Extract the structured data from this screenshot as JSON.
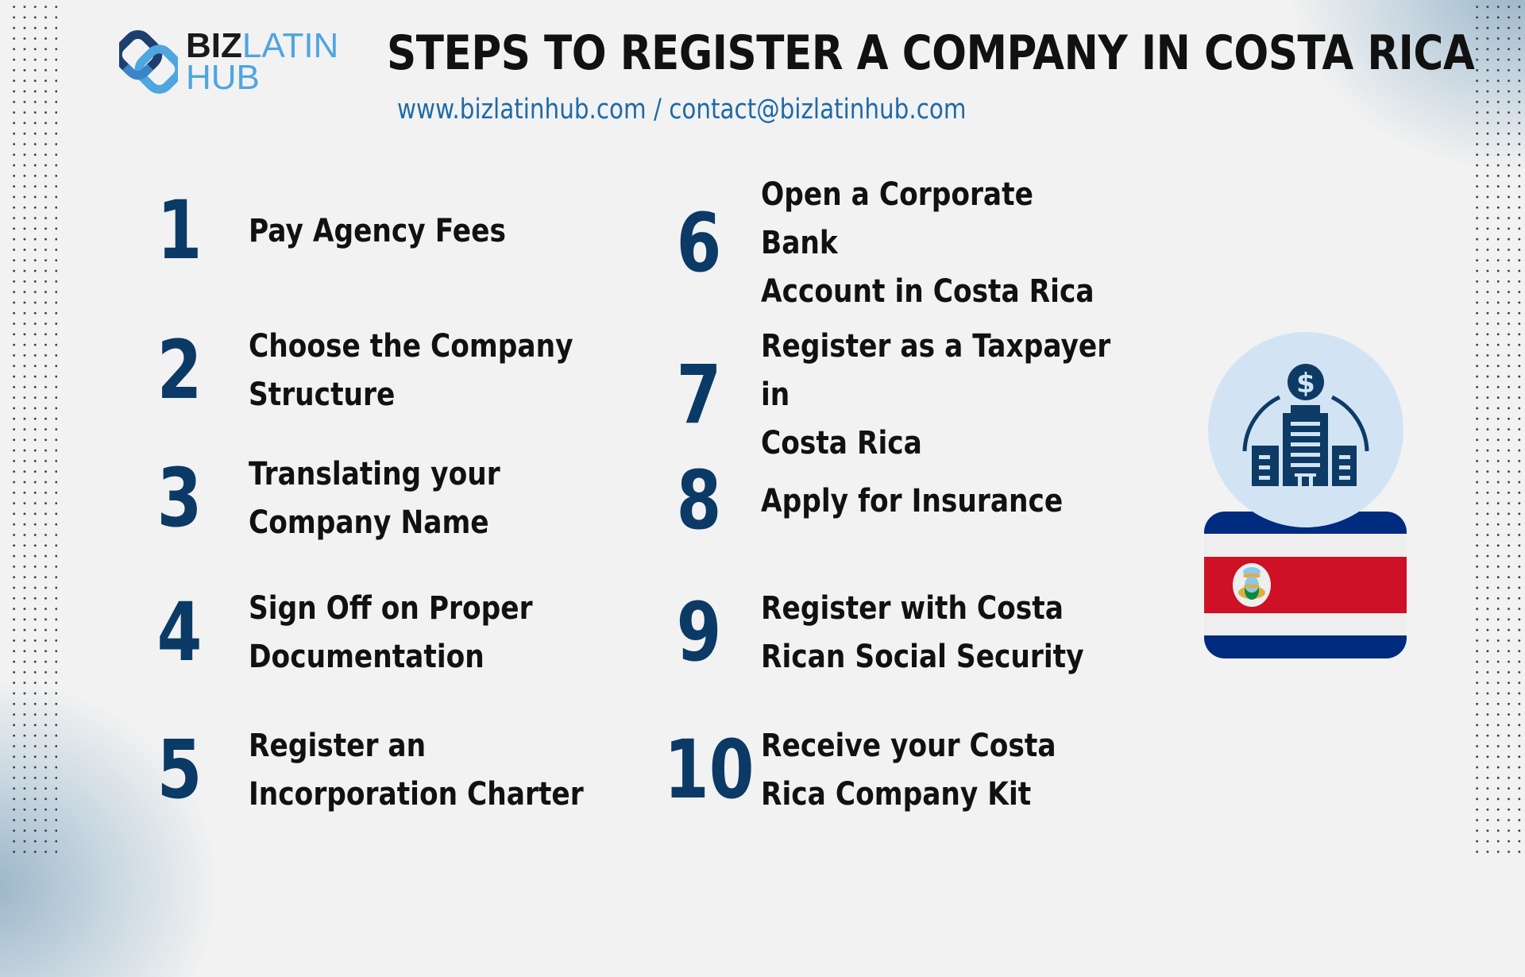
{
  "brand": {
    "logo_bold": "BIZ",
    "logo_light_1": "LATIN",
    "logo_light_2": "HUB",
    "colors": {
      "dark": "#1a1a1a",
      "light_blue": "#4ea5e0",
      "navy": "#1c3f6e",
      "mid_blue": "#3a85c6"
    }
  },
  "header": {
    "title": "STEPS TO REGISTER A COMPANY IN COSTA RICA",
    "contact": "www.bizlatinhub.com / contact@bizlatinhub.com"
  },
  "steps": [
    {
      "number": "1",
      "text": "Pay Agency Fees"
    },
    {
      "number": "2",
      "text": "Choose the Company\nStructure"
    },
    {
      "number": "3",
      "text": "Translating your\nCompany Name"
    },
    {
      "number": "4",
      "text": "Sign Off on Proper\nDocumentation"
    },
    {
      "number": "5",
      "text": "Register an\nIncorporation Charter"
    },
    {
      "number": "6",
      "text": "Open a Corporate Bank\nAccount in Costa Rica"
    },
    {
      "number": "7",
      "text": "Register as a Taxpayer in\nCosta Rica"
    },
    {
      "number": "8",
      "text": "Apply for Insurance"
    },
    {
      "number": "9",
      "text": "Register with Costa\nRican Social Security"
    },
    {
      "number": "10",
      "text": "Receive your Costa\nRica Company Kit"
    }
  ],
  "illustration": {
    "icon": "bank-building-dollar-icon",
    "flag": "costa-rica-flag",
    "colors": {
      "circle_bg": "#d2e4f4",
      "icon": "#0d3b66",
      "flag_blue": "#002b7f",
      "flag_white": "#eeeeee",
      "flag_red": "#ce1126"
    }
  },
  "theme": {
    "background": "#f2f2f2",
    "number_color": "#0b3a66",
    "text_color": "#111111",
    "link_color": "#1e6aa8"
  }
}
